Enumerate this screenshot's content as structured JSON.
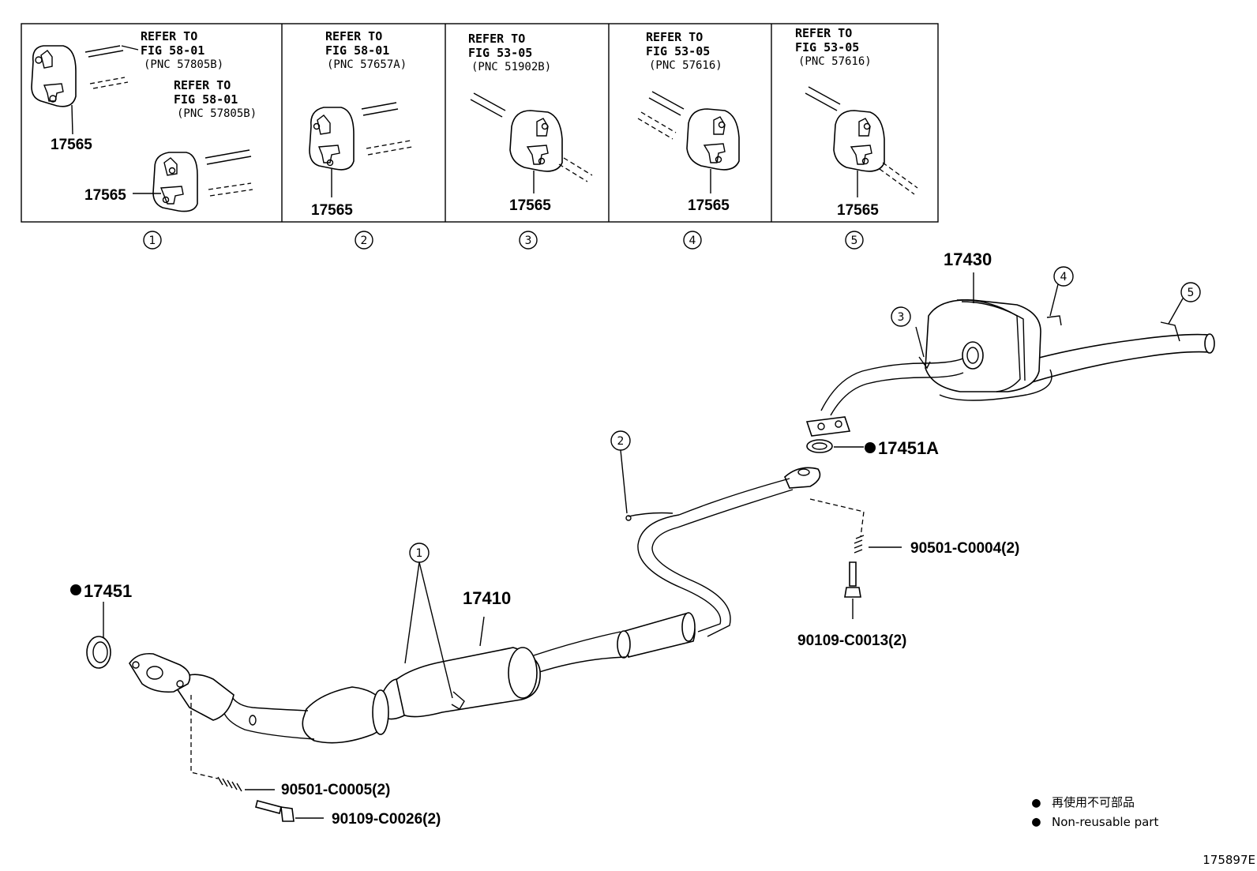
{
  "detail_panels": [
    {
      "callout": "①",
      "refs": [
        {
          "line1": "REFER TO",
          "line2": "FIG 58-01",
          "pnc": "(PNC 57805B)"
        },
        {
          "line1": "REFER TO",
          "line2": "FIG 58-01",
          "pnc": "(PNC 57805B)"
        }
      ],
      "parts": [
        "17565",
        "17565"
      ]
    },
    {
      "callout": "②",
      "refs": [
        {
          "line1": "REFER TO",
          "line2": "FIG 58-01",
          "pnc": "(PNC 57657A)"
        }
      ],
      "parts": [
        "17565"
      ]
    },
    {
      "callout": "③",
      "refs": [
        {
          "line1": "REFER TO",
          "line2": "FIG 53-05",
          "pnc": "(PNC 51902B)"
        }
      ],
      "parts": [
        "17565"
      ]
    },
    {
      "callout": "④",
      "refs": [
        {
          "line1": "REFER TO",
          "line2": "FIG 53-05",
          "pnc": "(PNC 57616)"
        }
      ],
      "parts": [
        "17565"
      ]
    },
    {
      "callout": "⑤",
      "refs": [
        {
          "line1": "REFER TO",
          "line2": "FIG 53-05",
          "pnc": "(PNC 57616)"
        }
      ],
      "parts": [
        "17565"
      ]
    }
  ],
  "main_parts": {
    "muffler": "17430",
    "front_pipe": "17410",
    "gasket_front": "17451",
    "gasket_rear": "17451A",
    "spring_rear": "90501-C0004(2)",
    "bolt_rear": "90109-C0013(2)",
    "spring_front": "90501-C0005(2)",
    "bolt_front": "90109-C0026(2)"
  },
  "hanger_callouts": [
    "1",
    "2",
    "3",
    "4",
    "5"
  ],
  "legend": {
    "symbol": "●",
    "jp": "再使用不可部品",
    "en": "Non-reusable part"
  },
  "figure_id": "175897E"
}
